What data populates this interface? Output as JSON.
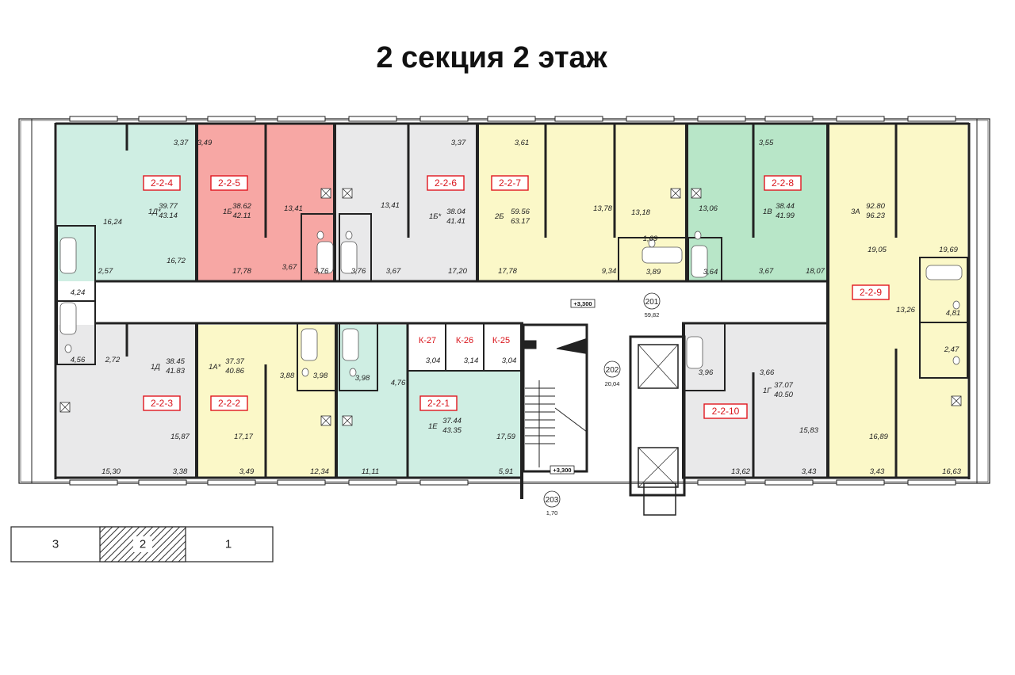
{
  "title": "2 секция 2 этаж",
  "colors": {
    "green": "#cfeee3",
    "green_dark": "#b8e6c8",
    "pink": "#f7a7a4",
    "grey": "#e9e9ea",
    "yellow": "#fbf8c8",
    "apt_label": "#e0161e"
  },
  "apartments": [
    {
      "id": "2-2-4",
      "type": "1Д*",
      "area1": "39.77",
      "area2": "43.14"
    },
    {
      "id": "2-2-5",
      "type": "1Б",
      "area1": "38.62",
      "area2": "42.11"
    },
    {
      "id": "2-2-6",
      "type": "1Б*",
      "area1": "38.04",
      "area2": "41.41"
    },
    {
      "id": "2-2-7",
      "type": "2Б",
      "area1": "59.56",
      "area2": "63.17"
    },
    {
      "id": "2-2-8",
      "type": "1В",
      "area1": "38.44",
      "area2": "41.99"
    },
    {
      "id": "2-2-9",
      "type": "3А",
      "area1": "92.80",
      "area2": "96.23"
    },
    {
      "id": "2-2-3",
      "type": "1Д",
      "area1": "38.45",
      "area2": "41.83"
    },
    {
      "id": "2-2-2",
      "type": "1А*",
      "area1": "37.37",
      "area2": "40.86"
    },
    {
      "id": "2-2-1",
      "type": "1Е",
      "area1": "37.44",
      "area2": "43.35"
    },
    {
      "id": "2-2-10",
      "type": "1Г",
      "area1": "37.07",
      "area2": "40.50"
    }
  ],
  "storage_cells": [
    "К-27",
    "К-26",
    "К-25"
  ],
  "common_rooms": [
    {
      "number": "201",
      "area": "59,82"
    },
    {
      "number": "202",
      "area": "20,04"
    },
    {
      "number": "203",
      "area": "1,70"
    }
  ],
  "levels": [
    "+3,300",
    "+3,300"
  ],
  "room_areas_top": [
    "3,37",
    "16,24",
    "2,57",
    "4,24",
    "16,72",
    "3,49",
    "17,78",
    "13,41",
    "3,67",
    "3,76",
    "3,76",
    "13,41",
    "3,67",
    "3,37",
    "17,20",
    "3,61",
    "17,78",
    "13,78",
    "9,34",
    "13,18",
    "1,69",
    "3,89",
    "3,64",
    "13,06",
    "3,55",
    "3,67",
    "18,07",
    "19,05",
    "19,69",
    "13,26",
    "4,81"
  ],
  "room_areas_bottom": [
    "4,56",
    "2,72",
    "15,87",
    "15,30",
    "3,38",
    "17,17",
    "3,49",
    "3,88",
    "3,98",
    "3,98",
    "12,34",
    "4,76",
    "11,11",
    "17,59",
    "5,91",
    "3,04",
    "3,14",
    "3,04",
    "3,96",
    "3,66",
    "15,83",
    "13,62",
    "3,43",
    "2,47",
    "16,89",
    "3,43",
    "16,63"
  ],
  "sections": [
    "3",
    "2",
    "1"
  ],
  "icons": [
    "stairs-icon",
    "elevator-icon",
    "bathtub-icon",
    "toilet-icon",
    "ventilation-shaft-icon"
  ]
}
